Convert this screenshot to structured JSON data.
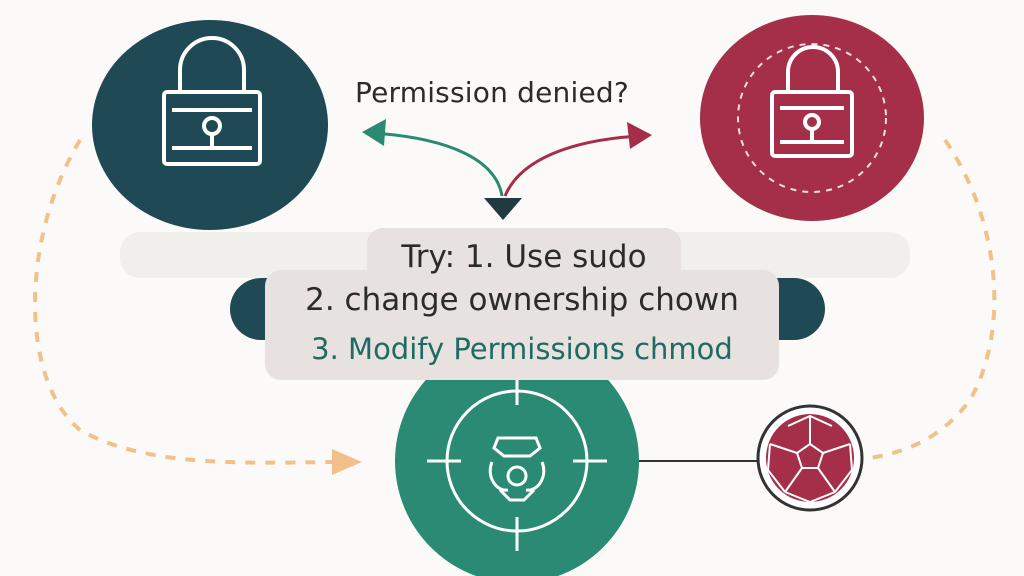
{
  "question": "Permission denied?",
  "tips": {
    "line1": "Try: 1. Use sudo",
    "line2": "2. change ownership chown",
    "line3": "3. Modify Permissions chmod"
  },
  "colors": {
    "navy": "#1f4a55",
    "crimson": "#a52f48",
    "teal": "#2a8a73",
    "dashed_connector": "#f0c28a",
    "tip_background": "#e7e2df",
    "highlight_text": "#1f6b63"
  },
  "icons": {
    "top_left": "padlock-icon",
    "top_right": "padlock-icon",
    "bottom_center": "target-icon",
    "bottom_right": "soccer-ball-icon"
  }
}
